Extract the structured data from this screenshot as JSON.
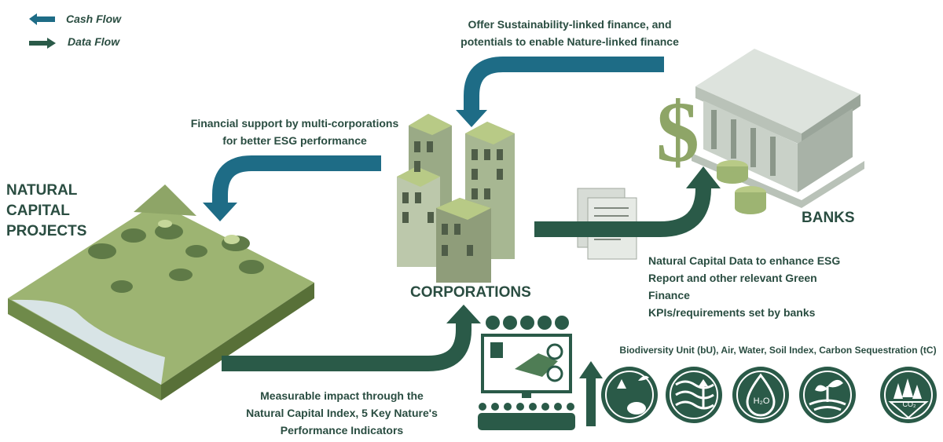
{
  "legend": {
    "cash_flow": "Cash Flow",
    "data_flow": "Data Flow",
    "cash_color": "#1e6c86",
    "data_color": "#2a5a48"
  },
  "nodes": {
    "natural_capital": "NATURAL CAPITAL\nPROJECTS",
    "corporations": "CORPORATIONS",
    "banks": "BANKS"
  },
  "flows": {
    "banks_to_corp": "Offer Sustainability-linked finance, and\npotentials to enable Nature-linked finance",
    "corp_to_projects": "Financial support by multi-corporations\nfor better ESG performance",
    "corp_to_banks": "Natural Capital Data to enhance ESG\nReport and other relevant Green Finance\nKPIs/requirements set by banks",
    "projects_to_corp": "Measurable impact through the\nNatural Capital Index, 5 Key Nature's\nPerformance Indicators"
  },
  "indicators": {
    "title": "Biodiversity Unit (bU), Air, Water, Soil Index, Carbon Sequestration (tC)",
    "icons": [
      "biodiversity-icon",
      "air-icon",
      "water-icon",
      "soil-icon",
      "carbon-icon"
    ],
    "water_symbol": "H₂O",
    "carbon_symbol": "CO₂"
  }
}
